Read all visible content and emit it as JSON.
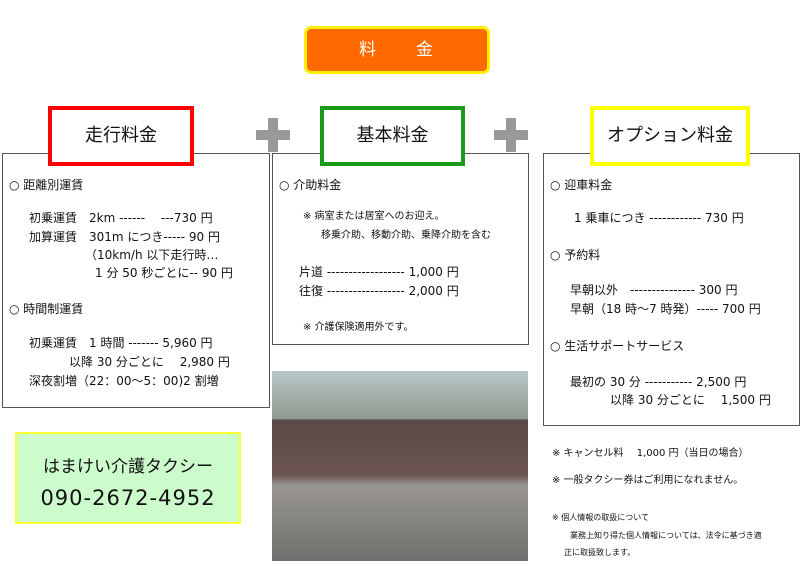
{
  "title": "料　　金",
  "headers": {
    "running": "走行料金",
    "basic": "基本料金",
    "option": "オプション料金"
  },
  "running": {
    "lines": [
      "○ 距離別運賃",
      "初乗運賃　2km ------　 ---730 円",
      "加算運賃　301m につき----- 90 円",
      "（10km/h 以下走行時…",
      "1 分 50 秒ごとに-- 90 円",
      "○ 時間制運賃",
      "初乗運賃　1 時間 ------- 5,960 円",
      "以降 30 分ごとに　 2,980 円",
      "深夜割増（22：00～5：00)2 割増"
    ]
  },
  "basic": {
    "lines": [
      "○ 介助料金",
      "※ 病室または居室へのお迎え。",
      "移乗介助、移動介助、乗降介助を含む",
      "片道 ------------------ 1,000 円",
      "往復 ------------------ 2,000 円",
      "※ 介護保険適用外です。"
    ]
  },
  "option": {
    "lines": [
      "○ 迎車料金",
      "1 乗車につき ------------ 730 円",
      "○ 予約料",
      "早朝以外　--------------- 300 円",
      "早朝（18 時～7 時発）----- 700 円",
      "○ 生活サポートサービス",
      "最初の 30 分 ----------- 2,500 円",
      "以降 30 分ごとに　 1,500 円"
    ]
  },
  "notes": [
    "※ キャンセル料　 1,000 円（当日の場合）",
    "※ 一般タクシー券はご利用になれません。",
    "※ 個人情報の取扱について",
    "業務上知り得た個人情報については、法令に基づき適",
    "正に取扱致します。"
  ],
  "contact": {
    "name": "はまけい介護タクシー",
    "phone": "090-2672-4952"
  }
}
